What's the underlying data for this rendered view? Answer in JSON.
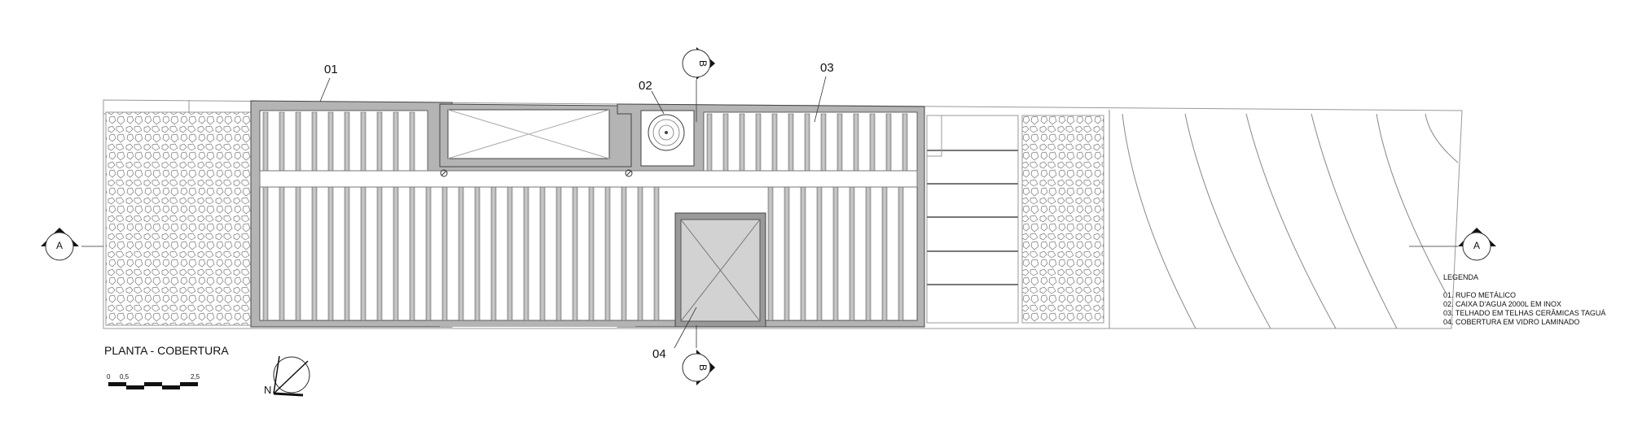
{
  "drawing_title": "PLANTA - COBERTURA",
  "callouts": {
    "c01": "01",
    "c02": "02",
    "c03": "03",
    "c04": "04"
  },
  "section_markers": {
    "a_left": "A",
    "a_right": "A",
    "b_top": "B",
    "b_bottom": "B"
  },
  "legend": {
    "title": "LEGENDA",
    "items": [
      "01. RUFO METÁLICO",
      "02. CAIXA D'AGUA 2000L EM INOX",
      "03. TELHADO EM TELHAS CERÂMICAS TAGUÁ",
      "04. COBERTURA EM VIDRO LAMINADO"
    ]
  },
  "scale_bar": {
    "labels": [
      "0",
      "0,5",
      "2,5"
    ]
  },
  "north_arrow": {
    "label": "N"
  }
}
